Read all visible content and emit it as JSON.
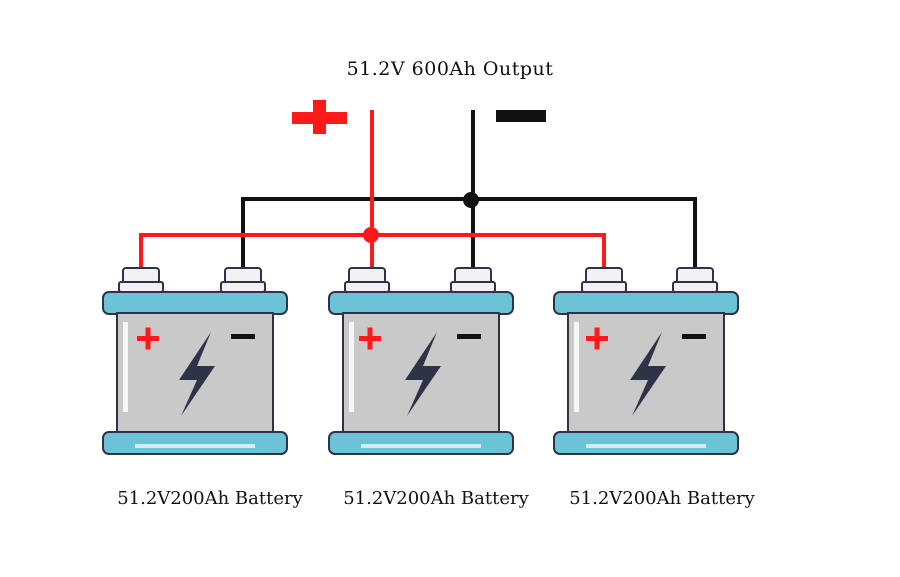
{
  "diagram": {
    "title": "51.2V 600Ah Output",
    "output_positive_symbol": "+",
    "output_negative_symbol": "−",
    "batteries": [
      {
        "label": "51.2V200Ah Battery",
        "pos_symbol": "+",
        "neg_symbol": "−"
      },
      {
        "label": "51.2V200Ah Battery",
        "pos_symbol": "+",
        "neg_symbol": "−"
      },
      {
        "label": "51.2V200Ah Battery",
        "pos_symbol": "+",
        "neg_symbol": "−"
      }
    ],
    "colors": {
      "positive_wire": "#ff1a1a",
      "negative_wire": "#111111",
      "battery_body": "#c9c9c9",
      "battery_cap": "#6cc3d8",
      "bolt": "#2f3347",
      "terminal": "#f2f2f2"
    }
  }
}
